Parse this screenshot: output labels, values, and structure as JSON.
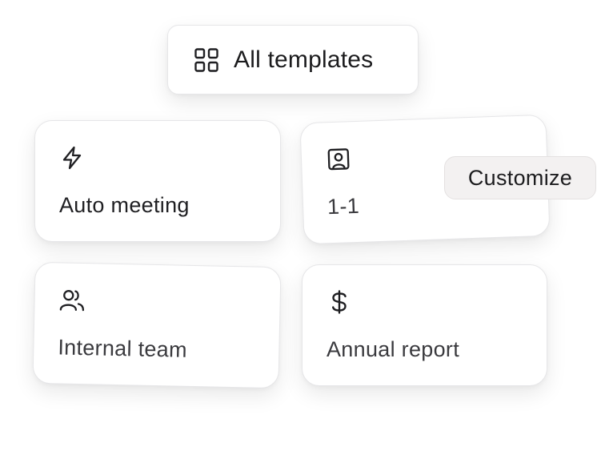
{
  "all_templates": {
    "label": "All templates",
    "icon": "grid-icon"
  },
  "templates": [
    {
      "label": "Auto meeting",
      "icon": "lightning-icon"
    },
    {
      "label": "1-1",
      "icon": "contact-card-icon"
    },
    {
      "label": "Internal team",
      "icon": "users-icon"
    },
    {
      "label": "Annual report",
      "icon": "dollar-icon"
    }
  ],
  "customize": {
    "label": "Customize"
  },
  "colors": {
    "card_bg": "#ffffff",
    "card_border": "#e6e6e8",
    "text": "#1f1f22",
    "customize_bg": "#f3f1f1"
  }
}
